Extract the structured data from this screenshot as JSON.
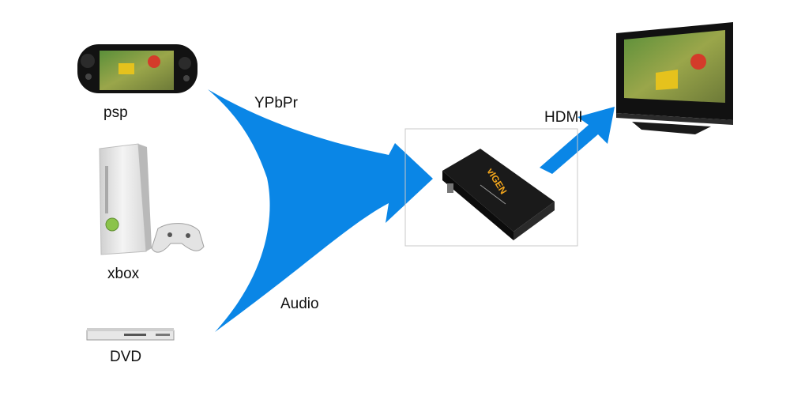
{
  "sources": [
    {
      "name": "psp",
      "icon": "psp-console-icon"
    },
    {
      "name": "xbox",
      "icon": "xbox-console-icon"
    },
    {
      "name": "DVD",
      "icon": "dvd-player-icon"
    }
  ],
  "converter": {
    "brand": "vIGEN",
    "icon": "converter-box-icon"
  },
  "signals": {
    "input_video": "YPbPr",
    "input_audio": "Audio",
    "output": "HDMI"
  },
  "target": {
    "icon": "tv-icon"
  },
  "colors": {
    "arrow": "#0a86e6",
    "device_dark": "#151515",
    "device_light": "#e7e7e7",
    "brand_orange": "#f2a51c"
  }
}
